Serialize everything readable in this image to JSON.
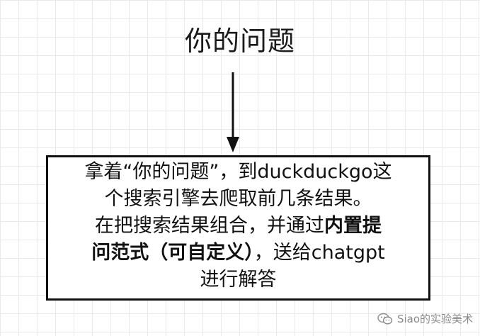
{
  "title": "你的问题",
  "box": {
    "line1": "拿着“你的问题”，到duckduckgo这",
    "line2": "个搜索引擎去爬取前几条结果。",
    "line3_normal": "在把搜索结果组合，并通过",
    "line3_bold": "内置提",
    "line4_bold": "问范式（可自定义）",
    "line4_normal": "，送给chatgpt",
    "line5": "进行解答"
  },
  "watermark": {
    "icon": "wechat-icon",
    "text": "Siao的实验美术"
  },
  "colors": {
    "stroke": "#111111",
    "grid": "#e9e9e9",
    "watermark": "#8a8a8a"
  }
}
